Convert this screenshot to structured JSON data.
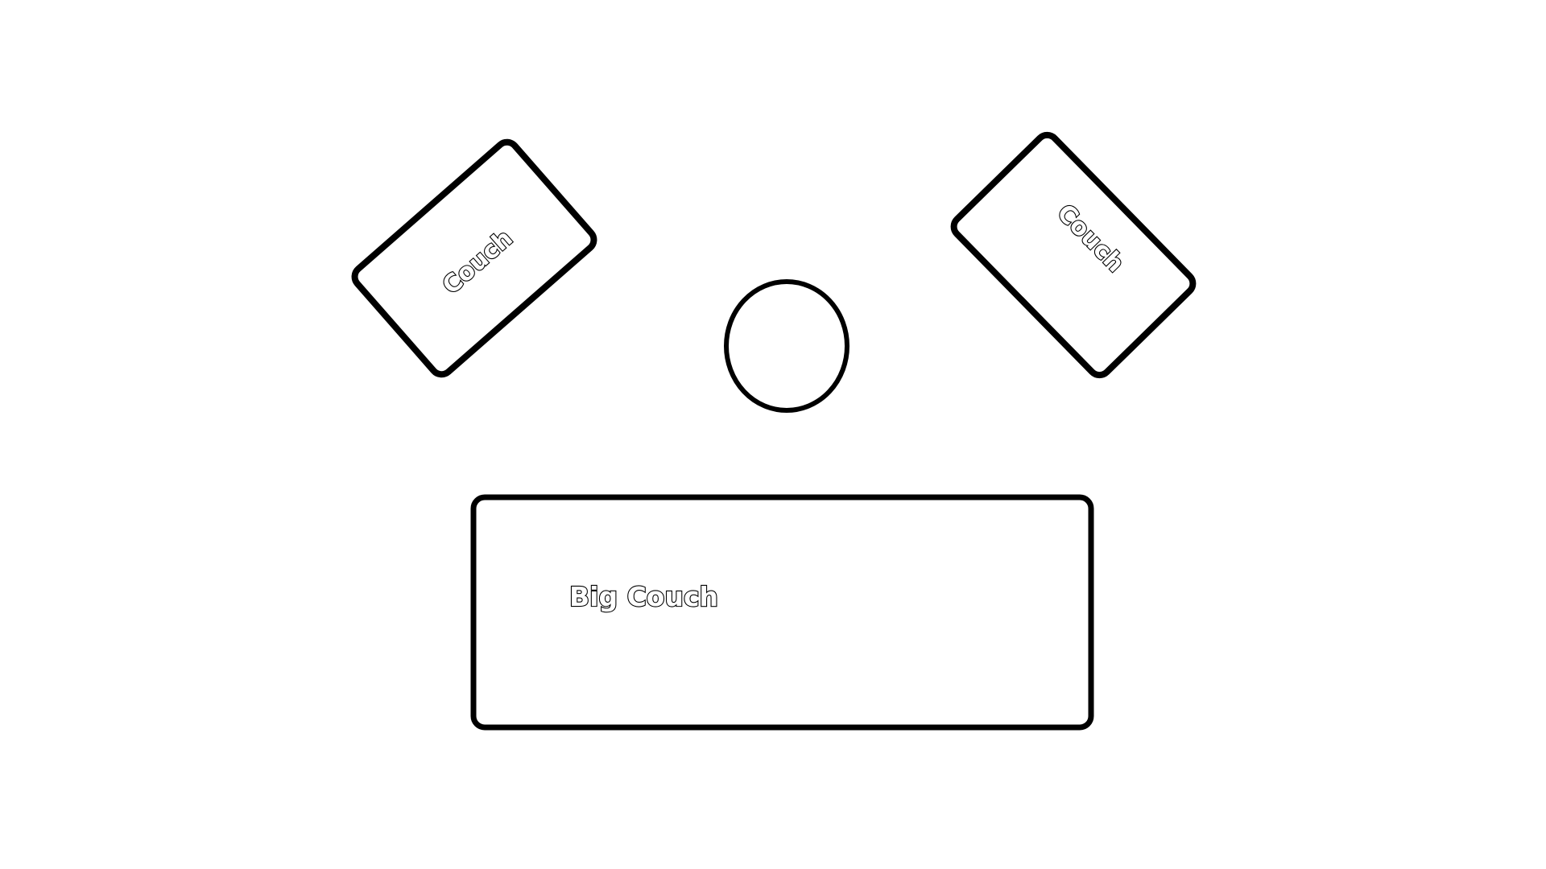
{
  "diagram": {
    "furniture": [
      {
        "label": "Couch"
      },
      {
        "label": "Couch"
      },
      {
        "label": "Big Couch"
      }
    ]
  },
  "colors": {
    "background": "#ffffff",
    "stroke": "#000000"
  }
}
